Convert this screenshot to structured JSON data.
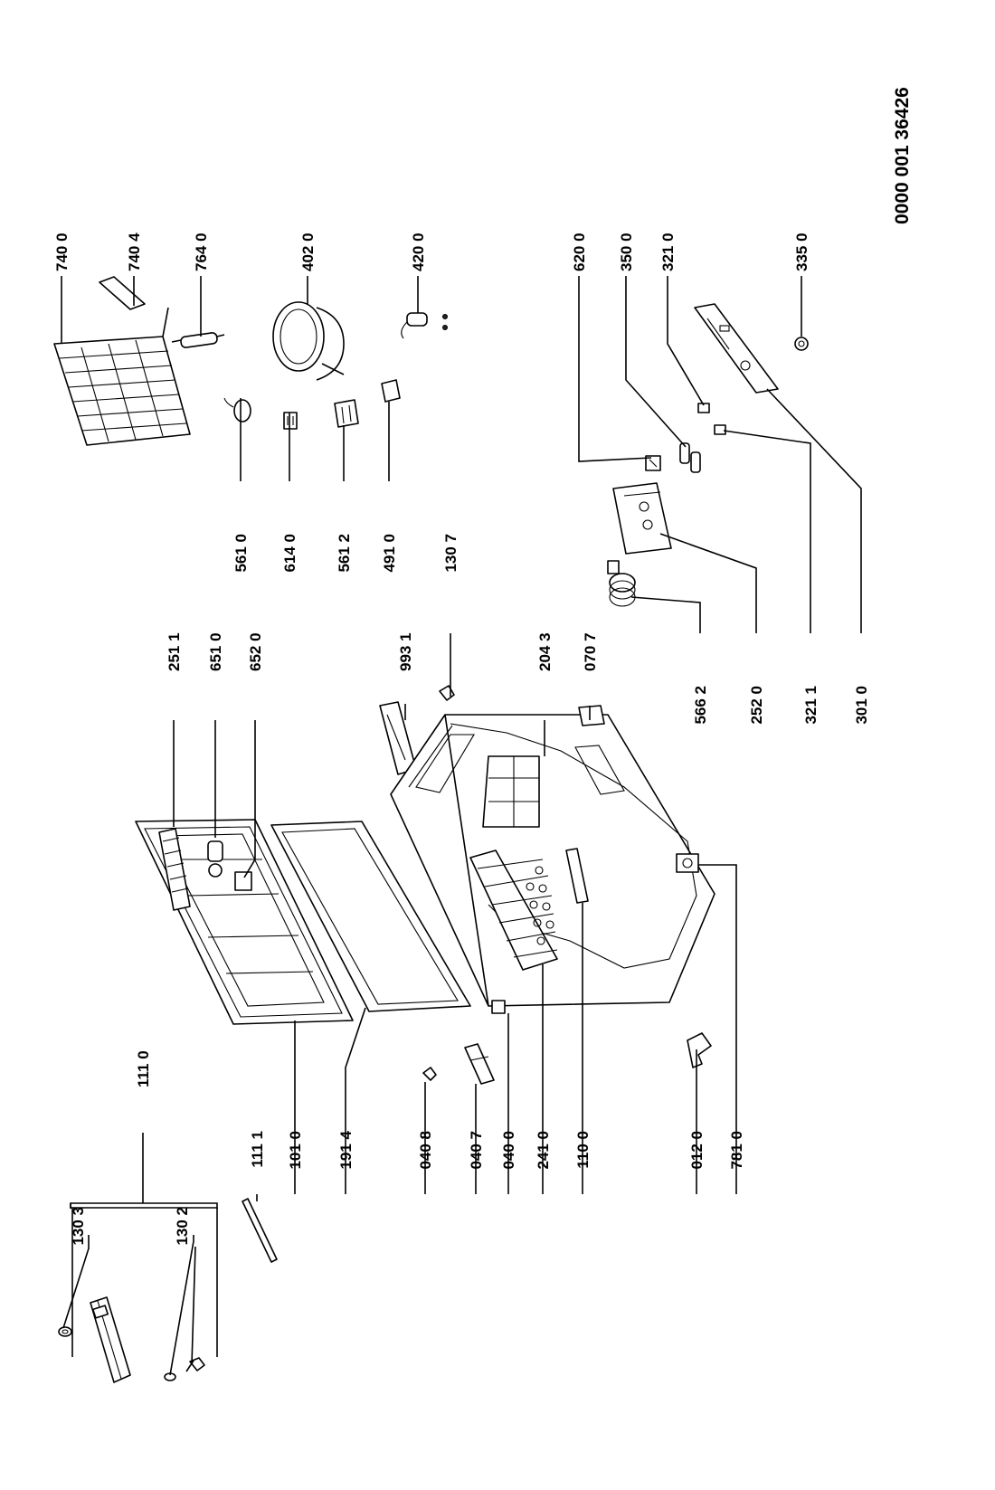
{
  "document_number": "0000 001 36426",
  "part_labels": {
    "p1303": "130 3",
    "p1302": "130 2",
    "p1111": "111 1",
    "p1010": "101 0",
    "p1914": "191 4",
    "p0408": "040 8",
    "p0407": "040 7",
    "p0400": "040 0",
    "p2410": "241 0",
    "p1100": "110 0",
    "p0120": "012 0",
    "p7810": "781 0",
    "p1110": "111 0",
    "p2511": "251 1",
    "p6510": "651 0",
    "p6520": "652 0",
    "p9931": "993 1",
    "p2043": "204 3",
    "p0707": "070 7",
    "p5610": "561 0",
    "p6140": "614 0",
    "p5612": "561 2",
    "p4910": "491 0",
    "p1307": "130 7",
    "p5662": "566 2",
    "p2520": "252 0",
    "p3211": "321 1",
    "p3010": "301 0",
    "p7400": "740 0",
    "p7404": "740 4",
    "p7640": "764 0",
    "p4020": "402 0",
    "p4200": "420 0",
    "p6200": "620 0",
    "p3500": "350 0",
    "p3210": "321 0",
    "p3350": "335 0"
  }
}
